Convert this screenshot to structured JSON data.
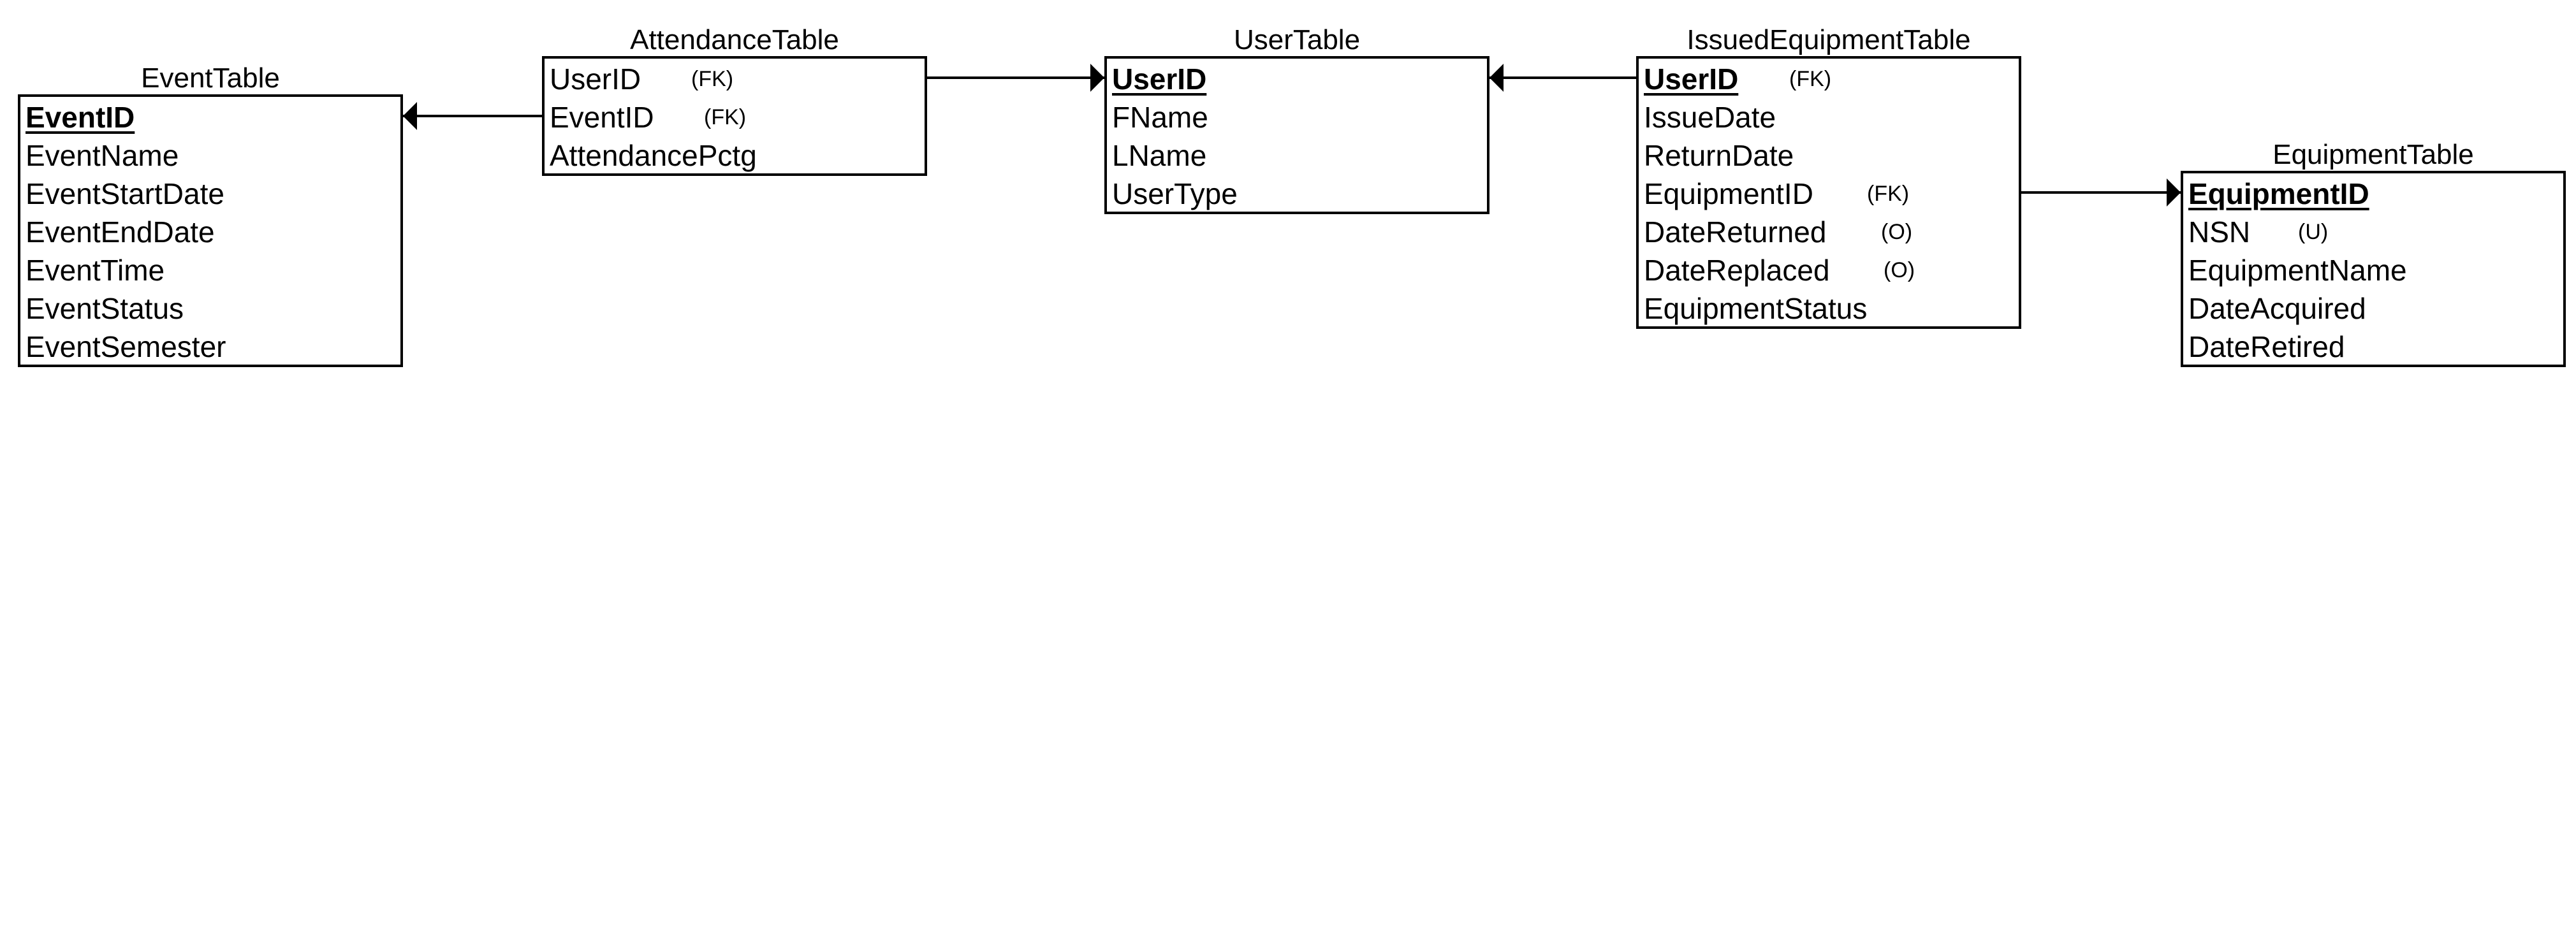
{
  "tables": [
    {
      "id": "event",
      "title": "EventTable",
      "fields": [
        {
          "name": "EventID",
          "pk": true,
          "mark": ""
        },
        {
          "name": "EventName",
          "pk": false,
          "mark": ""
        },
        {
          "name": "EventStartDate",
          "pk": false,
          "mark": ""
        },
        {
          "name": "EventEndDate",
          "pk": false,
          "mark": ""
        },
        {
          "name": "EventTime",
          "pk": false,
          "mark": ""
        },
        {
          "name": "EventStatus",
          "pk": false,
          "mark": ""
        },
        {
          "name": "EventSemester",
          "pk": false,
          "mark": ""
        }
      ]
    },
    {
      "id": "attendance",
      "title": "AttendanceTable",
      "fields": [
        {
          "name": "UserID",
          "pk": false,
          "mark": "(FK)"
        },
        {
          "name": "EventID",
          "pk": false,
          "mark": "(FK)"
        },
        {
          "name": "AttendancePctg",
          "pk": false,
          "mark": ""
        }
      ]
    },
    {
      "id": "user",
      "title": "UserTable",
      "fields": [
        {
          "name": "UserID",
          "pk": true,
          "mark": ""
        },
        {
          "name": "FName",
          "pk": false,
          "mark": ""
        },
        {
          "name": "LName",
          "pk": false,
          "mark": ""
        },
        {
          "name": "UserType",
          "pk": false,
          "mark": ""
        }
      ]
    },
    {
      "id": "issued",
      "title": "IssuedEquipmentTable",
      "fields": [
        {
          "name": "UserID",
          "pk": true,
          "mark": "(FK)"
        },
        {
          "name": "IssueDate",
          "pk": false,
          "mark": ""
        },
        {
          "name": "ReturnDate",
          "pk": false,
          "mark": ""
        },
        {
          "name": "EquipmentID",
          "pk": false,
          "mark": "(FK)"
        },
        {
          "name": "DateReturned",
          "pk": false,
          "mark": "(O)"
        },
        {
          "name": "DateReplaced",
          "pk": false,
          "mark": "(O)"
        },
        {
          "name": "EquipmentStatus",
          "pk": false,
          "mark": ""
        }
      ]
    },
    {
      "id": "equipment",
      "title": "EquipmentTable",
      "fields": [
        {
          "name": "EquipmentID",
          "pk": true,
          "mark": ""
        },
        {
          "name": "NSN",
          "pk": false,
          "mark": "(U)"
        },
        {
          "name": "EquipmentName",
          "pk": false,
          "mark": ""
        },
        {
          "name": "DateAcquired",
          "pk": false,
          "mark": ""
        },
        {
          "name": "DateRetired",
          "pk": false,
          "mark": ""
        }
      ]
    }
  ],
  "relationships": [
    {
      "from": "attendance.UserID",
      "to": "user.UserID"
    },
    {
      "from": "attendance.EventID",
      "to": "event.EventID"
    },
    {
      "from": "issued.UserID",
      "to": "user.UserID"
    },
    {
      "from": "issued.EquipmentID",
      "to": "equipment.EquipmentID"
    }
  ]
}
